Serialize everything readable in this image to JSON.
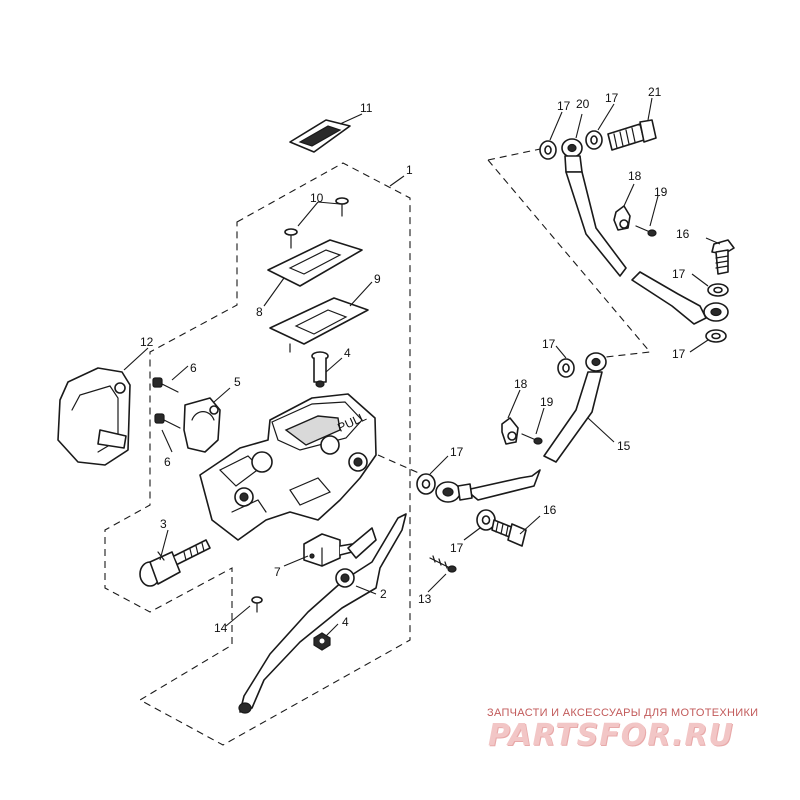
{
  "diagram": {
    "callouts": {
      "c1": "1",
      "c2": "2",
      "c3": "3",
      "c4a": "4",
      "c4b": "4",
      "c5": "5",
      "c6a": "6",
      "c6b": "6",
      "c7": "7",
      "c8": "8",
      "c9": "9",
      "c10": "10",
      "c11": "11",
      "c12": "12",
      "c13": "13",
      "c14": "14",
      "c15": "15",
      "c16a": "16",
      "c16b": "16",
      "c17a": "17",
      "c17b": "17",
      "c17c": "17",
      "c17d": "17",
      "c17e": "17",
      "c17f": "17",
      "c17g": "17",
      "c18a": "18",
      "c18b": "18",
      "c19a": "19",
      "c19b": "19",
      "c20": "20",
      "c21": "21"
    }
  },
  "watermark": {
    "tagline": "ЗАПЧАСТИ И АКСЕССУАРЫ ДЛЯ МОТОТЕХНИКИ",
    "logo_text": "PARTSFOR.RU",
    "color": "#c25a5a"
  }
}
